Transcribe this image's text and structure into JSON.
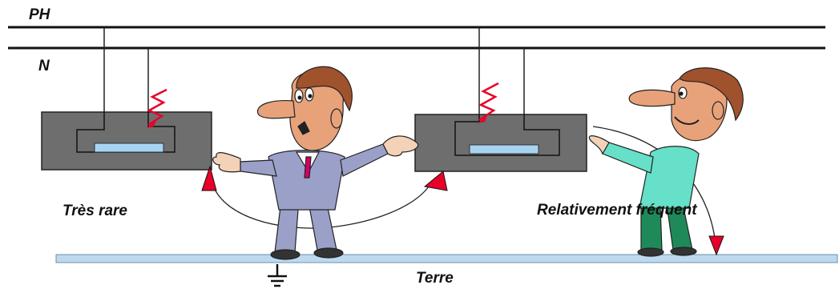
{
  "labels": {
    "phase": "PH",
    "neutral": "N",
    "left_case": "Très rare",
    "right_case": "Relativement fréquent",
    "ground": "Terre"
  },
  "colors": {
    "device": "#6e6e6e",
    "device_element": "#a8d4f4",
    "ground_bar": "#bcd9ef",
    "arrow": "#e8002a",
    "spark": "#e8002a",
    "suit": "#9aa0c8",
    "shirt_right": "#66e0c8",
    "pants_right": "#1e8a5a",
    "skin": "#e8a27a",
    "hair": "#a0522d"
  },
  "icons": {
    "ground_symbol": "earth-ground-icon",
    "fault_spark": "lightning-spark-icon",
    "current_arrow": "arrowhead-icon"
  }
}
